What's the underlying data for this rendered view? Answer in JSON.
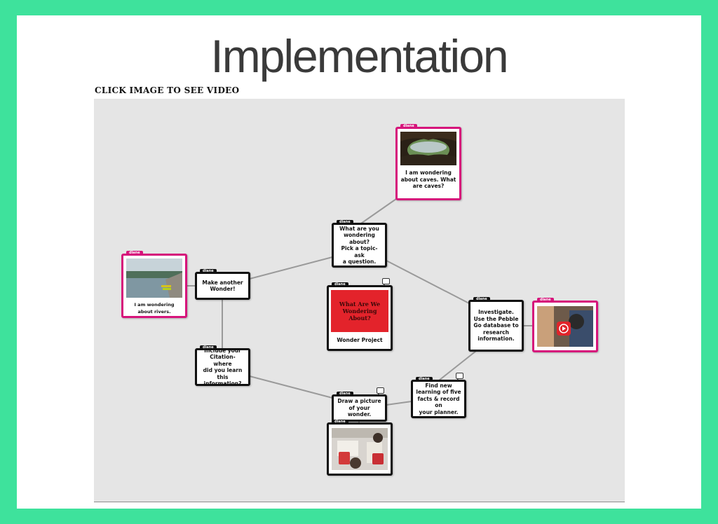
{
  "title": "Implementation",
  "caption": "CLICK IMAGE TO SEE VIDEO",
  "colors": {
    "background": "#3ee29c",
    "accent_pink": "#d6147b",
    "board": "#e5e5e5"
  },
  "board": {
    "cards": {
      "caves": {
        "tag": "diane",
        "text": "I am wondering\nabout caves. What\nare caves?"
      },
      "wondering": {
        "tag": "diane",
        "text": "What are you\nwondering\nabout?\nPick a topic- ask\na question."
      },
      "make_another": {
        "tag": "diane",
        "text": "Make another\nWonder!"
      },
      "rivers": {
        "tag": "diane",
        "text": "I am wondering about rivers."
      },
      "wonder_project": {
        "tag": "diane",
        "text": "Wonder Project",
        "image_text": "What Are We Wondering About?"
      },
      "investigate": {
        "tag": "diane",
        "text": "Investigate.\nUse the Pebble\nGo database to\nresearch\ninformation."
      },
      "video": {
        "tag": "diane"
      },
      "citation": {
        "tag": "diane",
        "text": "Include your\nCitation- where\ndid you learn this\ninformation?"
      },
      "find_new": {
        "tag": "diane",
        "text": "Find new\nlearning of five\nfacts & record on\nyour planner."
      },
      "draw": {
        "tag": "diane",
        "text": "Draw a picture\nof your wonder."
      },
      "photo": {
        "tag": "diane"
      }
    }
  }
}
